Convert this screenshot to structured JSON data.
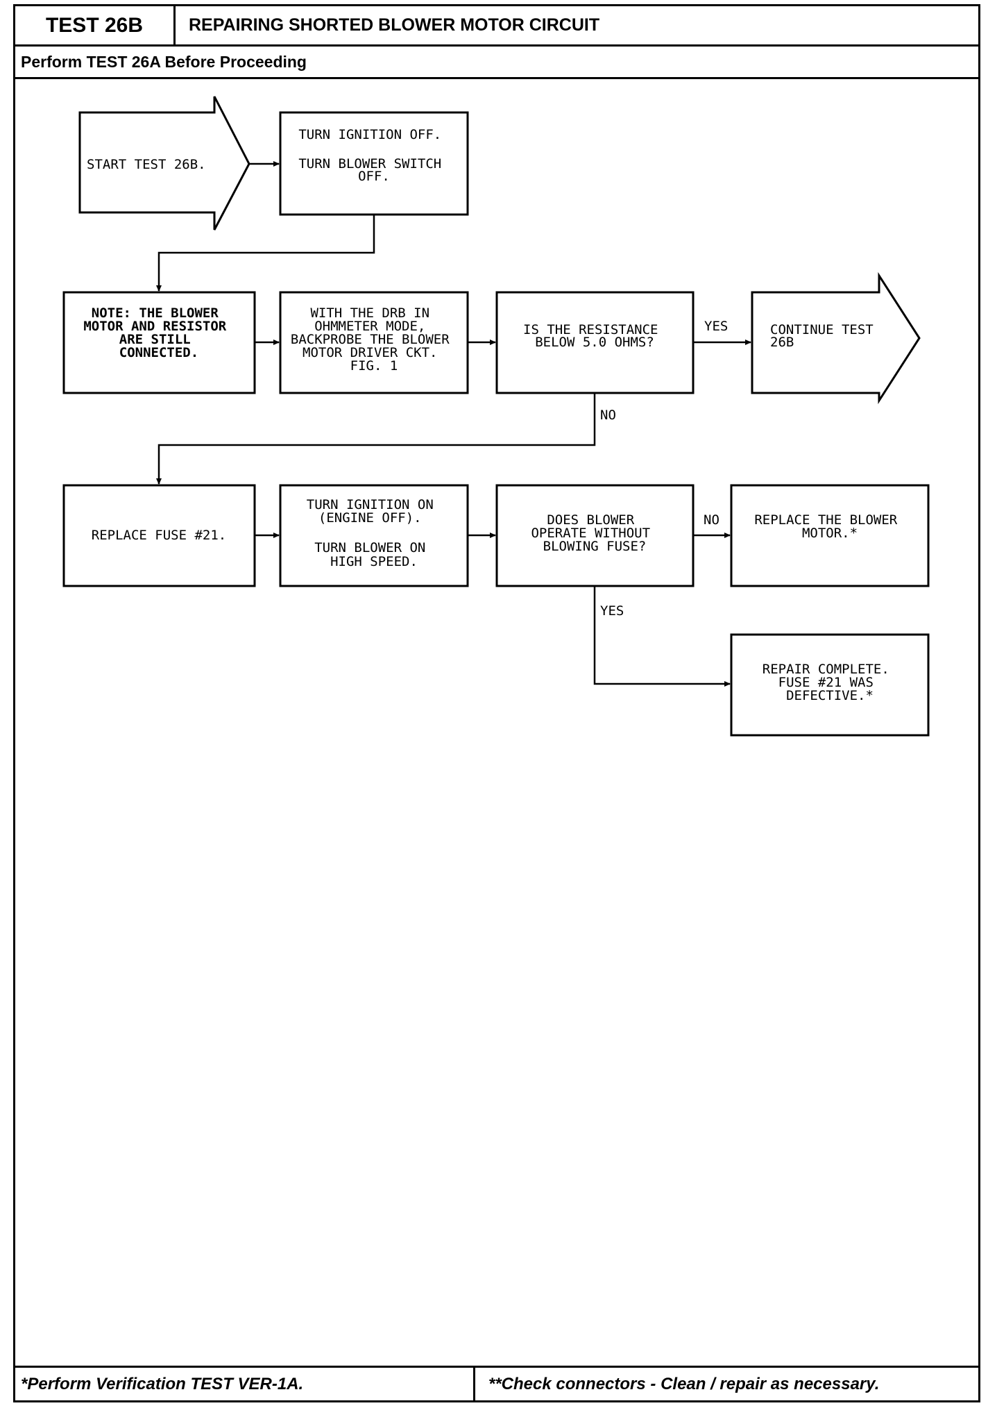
{
  "header": {
    "test_id": "TEST 26B",
    "title": "REPAIRING SHORTED BLOWER MOTOR CIRCUIT",
    "subtitle": "Perform TEST 26A Before Proceeding"
  },
  "flow": {
    "start": "START TEST 26B.",
    "ignition_off": [
      "TURN IGNITION OFF.",
      "",
      "TURN BLOWER SWITCH",
      "OFF."
    ],
    "note": [
      "NOTE: THE BLOWER",
      "MOTOR AND RESISTOR",
      "ARE STILL",
      "CONNECTED."
    ],
    "drb_ohmmeter": [
      "WITH THE DRB IN",
      "OHMMETER MODE,",
      "BACKPROBE THE BLOWER",
      "MOTOR DRIVER CKT.",
      "FIG. 1"
    ],
    "resistance_question": [
      "IS THE RESISTANCE",
      "BELOW 5.0 OHMS?"
    ],
    "continue_test": [
      "CONTINUE TEST",
      "26B"
    ],
    "replace_fuse": "REPLACE FUSE #21.",
    "ignition_on": [
      "TURN IGNITION ON",
      "(ENGINE OFF).",
      "",
      "TURN BLOWER ON",
      "HIGH SPEED."
    ],
    "blower_question": [
      "DOES BLOWER",
      "OPERATE WITHOUT",
      "BLOWING FUSE?"
    ],
    "replace_motor": [
      "REPLACE THE BLOWER",
      "MOTOR.*"
    ],
    "repair_complete": [
      "REPAIR COMPLETE.",
      "FUSE #21 WAS",
      "DEFECTIVE.*"
    ],
    "yes_1": "YES",
    "no_1": "NO",
    "no_2": "NO",
    "yes_2": "YES"
  },
  "footer": {
    "left": "*Perform Verification TEST VER-1A.",
    "right": "**Check connectors - Clean / repair as necessary."
  }
}
